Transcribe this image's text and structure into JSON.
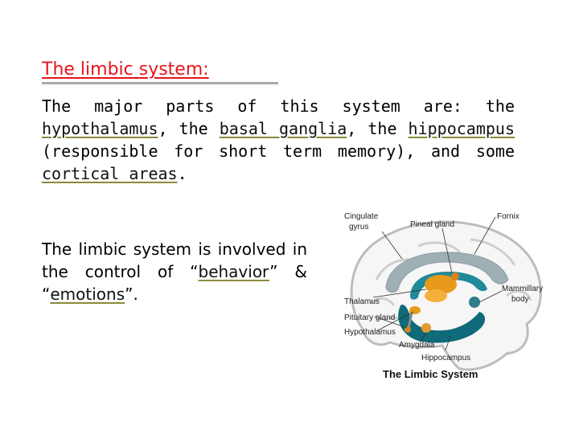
{
  "title": "The limbic system:",
  "paragraph1": {
    "t1": "The major parts of this system are: the ",
    "hypothalamus": "hypothalamus",
    "t2": ", the ",
    "basal_ganglia": "basal ganglia",
    "t3": ", the ",
    "hippocampus": "hippocampus",
    "t4": " (responsible for short term memory), and some ",
    "cortical_areas": "cortical areas",
    "t5": "."
  },
  "paragraph2": {
    "t1": "The limbic system is involved in the control of “",
    "behavior": "behavior",
    "t2": "” & “",
    "emotions": "emotions",
    "t3": "”."
  },
  "figure": {
    "labels": {
      "cingulate_gyrus_1": "Cingulate",
      "cingulate_gyrus_2": "gyrus",
      "pineal_gland": "Pineal gland",
      "fornix": "Fornix",
      "mammillary_body_1": "Mammillary",
      "mammillary_body_2": "body",
      "thalamus": "Thalamus",
      "pituitary_gland": "Pituitary gland",
      "hypothalamus": "Hypothalamus",
      "amygdala": "Amygdala",
      "hippocampus": "Hippocampus"
    },
    "caption": "The Limbic System",
    "colors": {
      "cingulate": "#9fb0b4",
      "fornix": "#1f8a9a",
      "thalamus": "#e79a1a",
      "hippocampus": "#0f6a7a",
      "cortex_outline": "#b9b9b9"
    }
  }
}
